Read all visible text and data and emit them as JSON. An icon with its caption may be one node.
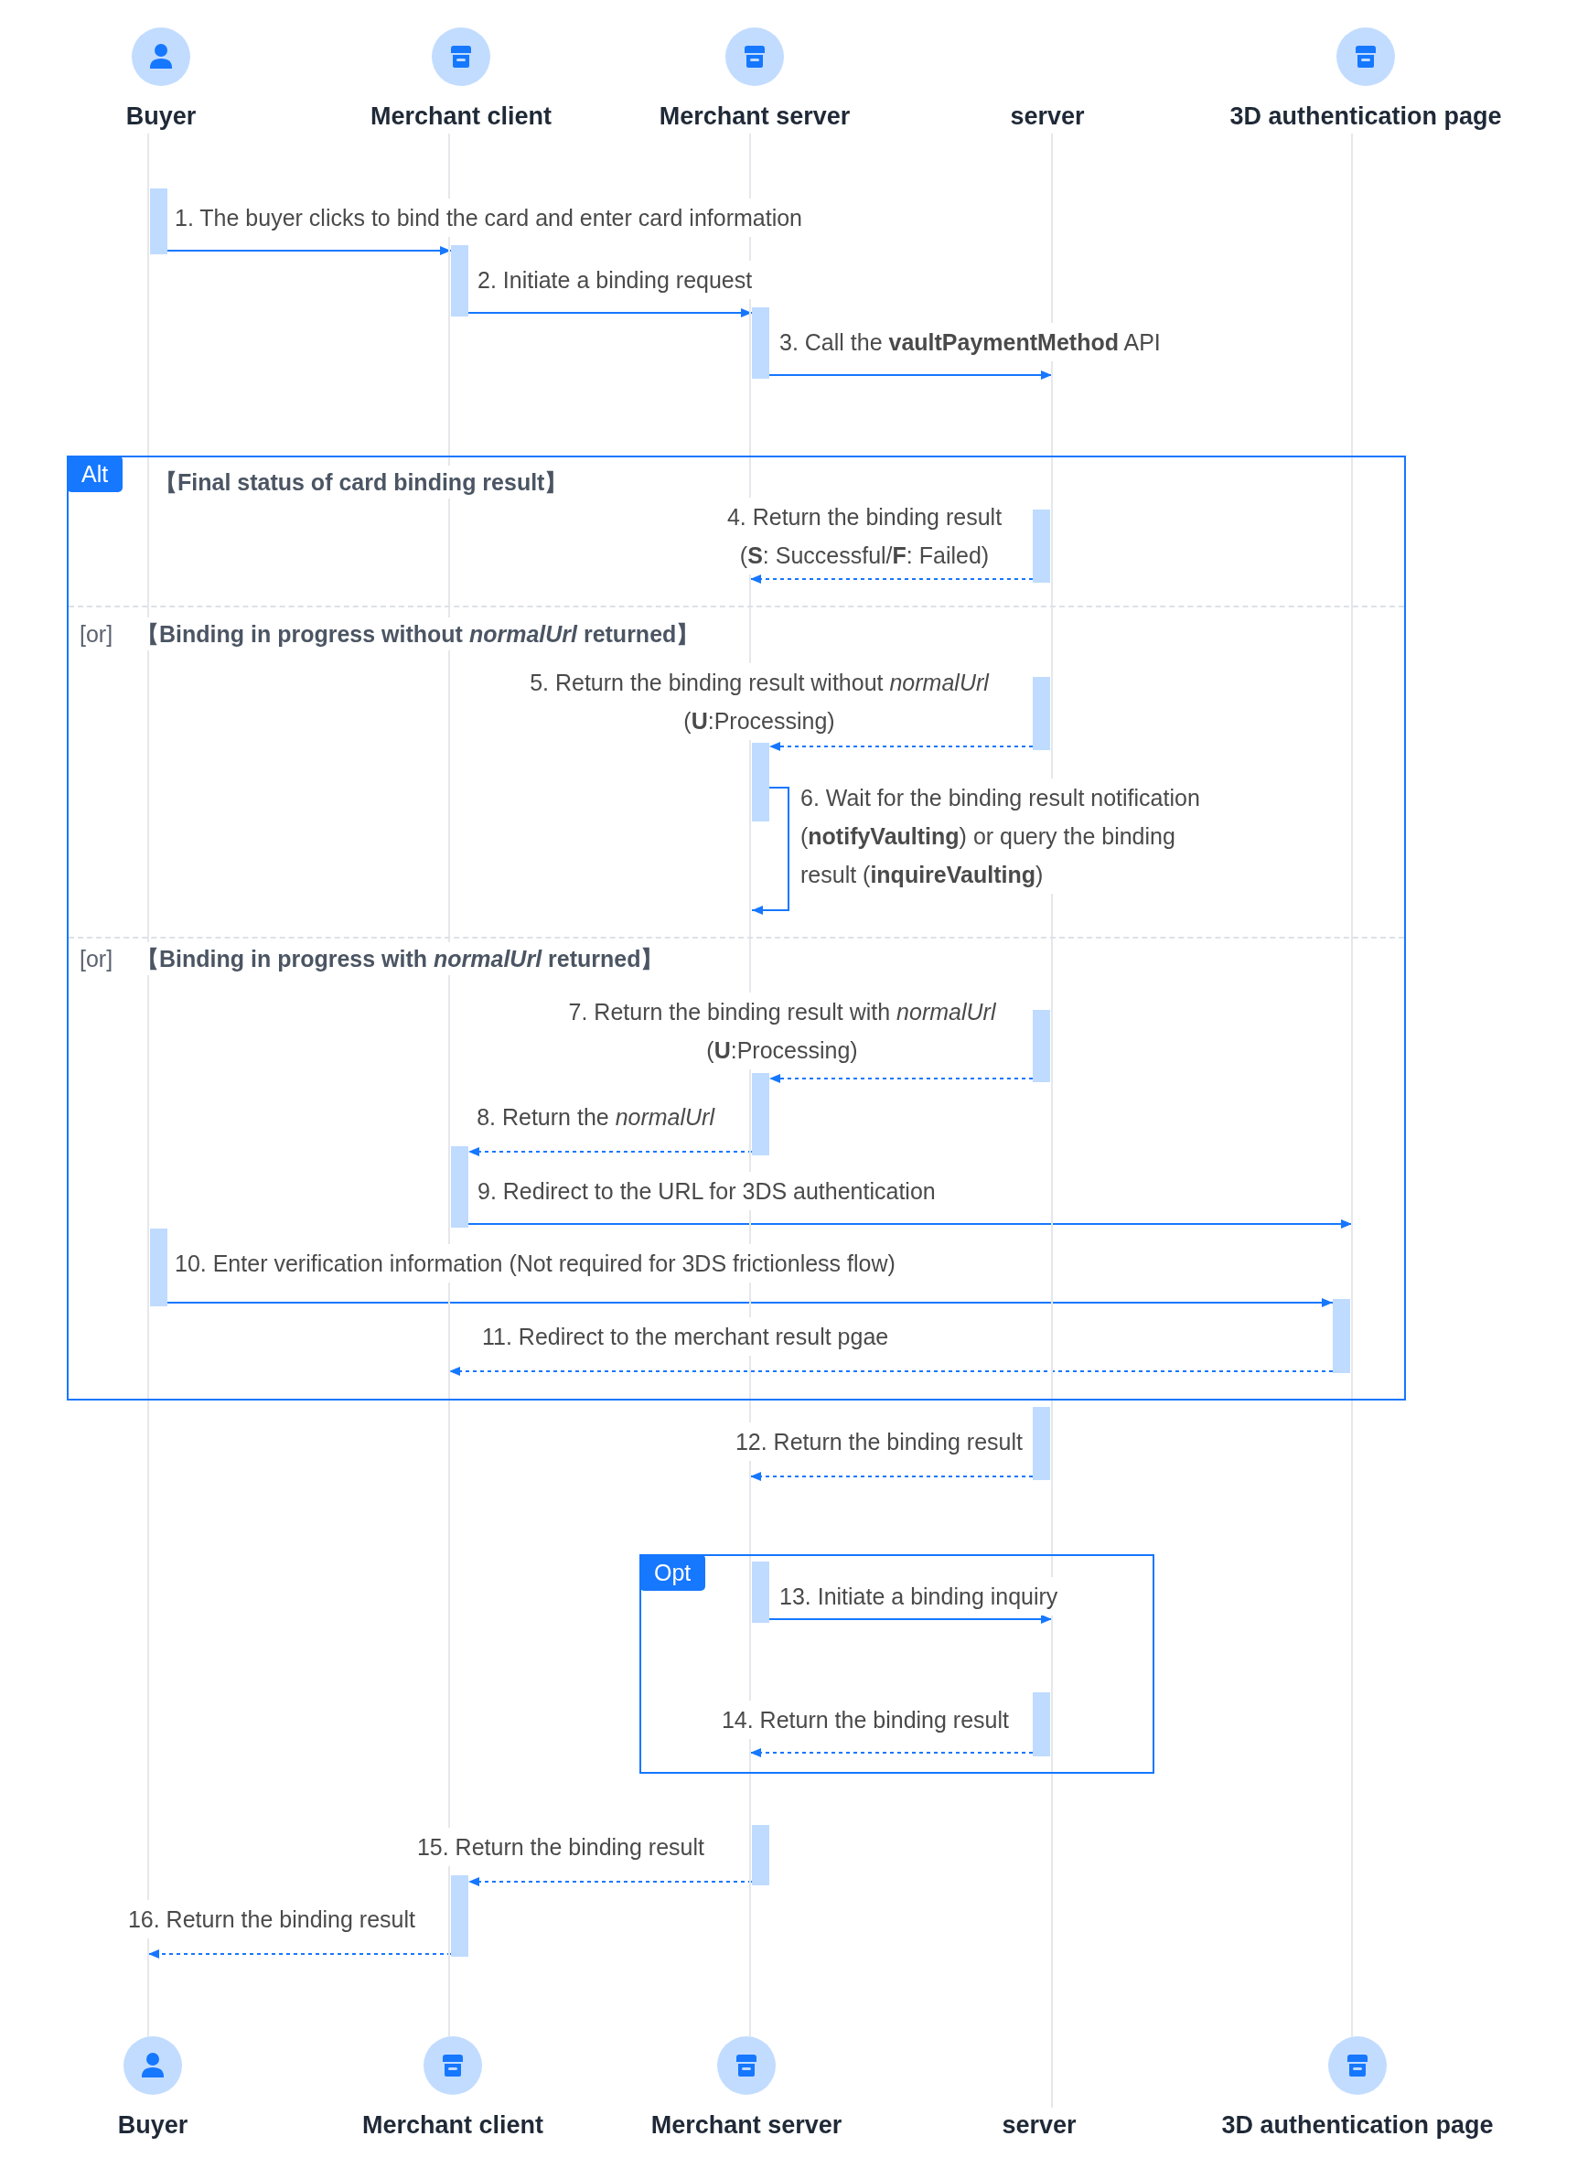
{
  "diagram": {
    "nodes": [
      {
        "text": [
          "Buyer"
        ]
      },
      {
        "text": [
          "Merchant client"
        ]
      },
      {
        "text": [
          "Merchant server"
        ]
      },
      {
        "text": [
          "server"
        ]
      },
      {
        "text": [
          "3D authentication page"
        ]
      },
      {
        "text": [],
        "shape": "bar"
      },
      {
        "text": [],
        "shape": "bar"
      },
      {
        "text": [],
        "shape": "bar"
      },
      {
        "text": [
          "Alt",
          "【Final status of card binding result】",
          "[or]",
          "【Binding in progress without *normalUrl* returned】",
          "[or]",
          "【Binding in progress with *normalUrl* returned】"
        ]
      },
      {
        "text": [],
        "shape": "bar",
        "in": 8
      },
      {
        "text": [],
        "shape": "bar",
        "in": 8
      },
      {
        "text": [],
        "shape": "bar",
        "in": 8
      },
      {
        "text": [],
        "shape": "bar",
        "in": 8
      },
      {
        "text": [],
        "shape": "bar",
        "in": 8
      },
      {
        "text": [],
        "shape": "bar",
        "in": 8
      },
      {
        "text": [],
        "shape": "bar",
        "in": 8
      },
      {
        "text": [],
        "shape": "bar",
        "in": 8
      },
      {
        "text": [],
        "shape": "bar"
      },
      {
        "text": [
          "Opt"
        ]
      },
      {
        "text": [],
        "shape": "bar",
        "in": 18
      },
      {
        "text": [],
        "shape": "bar",
        "in": 18
      },
      {
        "text": [],
        "shape": "bar"
      },
      {
        "text": [],
        "shape": "bar"
      },
      {
        "text": [
          "Buyer"
        ]
      },
      {
        "text": [
          "Merchant client"
        ]
      },
      {
        "text": [
          "Merchant server"
        ]
      },
      {
        "text": [
          "server"
        ]
      },
      {
        "text": [
          "3D authentication page"
        ]
      }
    ],
    "edges": [
      {
        "from": 5,
        "to": 6,
        "arrow": "to",
        "label": "1. The buyer clicks to bind the card and enter card information"
      },
      {
        "from": 6,
        "to": 7,
        "arrow": "to",
        "label": "2. Initiate a binding request"
      },
      {
        "from": 7,
        "to": null,
        "arrow": "to",
        "label": "3. Call the **vaultPaymentMethod** API"
      },
      {
        "from": 9,
        "to": null,
        "arrow": "to",
        "style": "dashed",
        "label": "4. Return the binding result (**S**: Successful/**F**: Failed)"
      },
      {
        "from": 10,
        "to": 11,
        "arrow": "to",
        "style": "dashed",
        "label": "5. Return the binding result without *normalUrl* (**U**:Processing)"
      },
      {
        "from": 11,
        "to": null,
        "arrow": "to",
        "label": "6. Wait for the binding result notification (**notifyVaulting**) or query the binding result (**inquireVaulting**)"
      },
      {
        "from": 12,
        "to": 13,
        "arrow": "to",
        "style": "dashed",
        "label": "7. Return the binding result with *normalUrl* (**U**:Processing)"
      },
      {
        "from": 13,
        "to": 14,
        "arrow": "to",
        "style": "dashed",
        "label": "8. Return the *normalUrl*"
      },
      {
        "from": 14,
        "to": null,
        "arrow": "to",
        "label": "9. Redirect to the URL for 3DS authentication"
      },
      {
        "from": 15,
        "to": 16,
        "arrow": "to",
        "label": "10. Enter verification information (Not required for 3DS frictionless flow)"
      },
      {
        "from": 16,
        "to": null,
        "arrow": "to",
        "style": "dashed",
        "label": "11. Redirect to the merchant result pgae"
      },
      {
        "from": 17,
        "to": null,
        "arrow": "to",
        "style": "dashed",
        "label": "12. Return the binding result"
      },
      {
        "from": 19,
        "to": null,
        "arrow": "to",
        "label": "13. Initiate a binding inquiry"
      },
      {
        "from": 20,
        "to": null,
        "arrow": "to",
        "style": "dashed",
        "label": "14. Return the binding result"
      },
      {
        "from": 21,
        "to": 22,
        "arrow": "to",
        "style": "dashed",
        "label": "15. Return the binding result"
      },
      {
        "from": 22,
        "to": null,
        "arrow": "to",
        "style": "dashed",
        "label": "16. Return the binding result"
      },
      {
        "from": 0,
        "to": 23,
        "arrow": "none",
        "color": "#e5e7eb"
      },
      {
        "from": 1,
        "to": 24,
        "arrow": "none",
        "color": "#e5e7eb"
      },
      {
        "from": 2,
        "to": 25,
        "arrow": "none",
        "color": "#e5e7eb"
      },
      {
        "from": 3,
        "to": 26,
        "arrow": "none",
        "color": "#e5e7eb"
      },
      {
        "from": 4,
        "to": 27,
        "arrow": "none",
        "color": "#e5e7eb"
      }
    ]
  }
}
